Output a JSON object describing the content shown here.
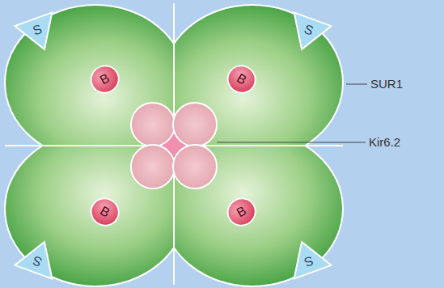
{
  "diagram": {
    "nodes": [
      {
        "text": [
          "S"
        ]
      },
      {
        "text": [
          "S"
        ]
      },
      {
        "text": [
          "B"
        ]
      },
      {
        "text": [
          "B"
        ]
      },
      {
        "text": [
          "B"
        ]
      },
      {
        "text": [
          "B"
        ]
      },
      {
        "text": [
          "S"
        ]
      },
      {
        "text": [
          "S"
        ]
      }
    ],
    "labels": [
      "SUR1",
      "Kir6.2"
    ]
  }
}
